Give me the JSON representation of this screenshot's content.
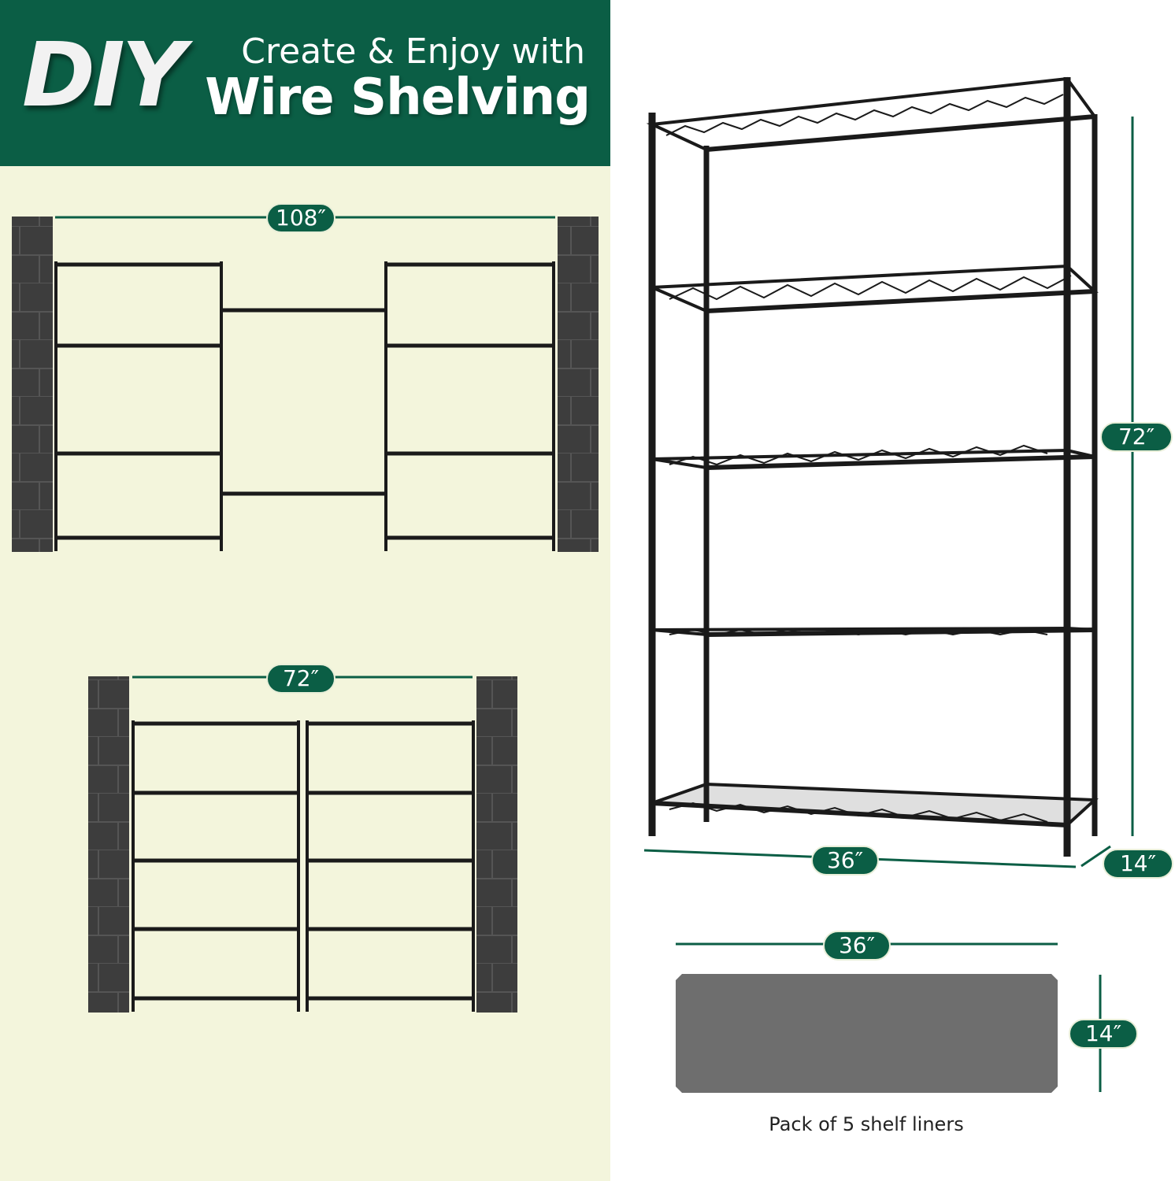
{
  "header": {
    "logo_text": "DIY",
    "subtitle": "Create & Enjoy with",
    "title": "Wire Shelving"
  },
  "configurations": [
    {
      "width_label": "108″",
      "units": 3
    },
    {
      "width_label": "72″",
      "units": 2
    }
  ],
  "single_unit": {
    "height_label": "72″",
    "width_label": "36″",
    "depth_label": "14″",
    "tiers": 5
  },
  "shelf_liner": {
    "width_label": "36″",
    "depth_label": "14″",
    "caption": "Pack of 5 shelf liners"
  },
  "colors": {
    "brand_green": "#0b5e45",
    "panel_cream": "#f3f5dc",
    "wall_gray": "#3d3d3d",
    "liner_gray": "#6e6e6e",
    "rack_black": "#1a1a1a"
  }
}
